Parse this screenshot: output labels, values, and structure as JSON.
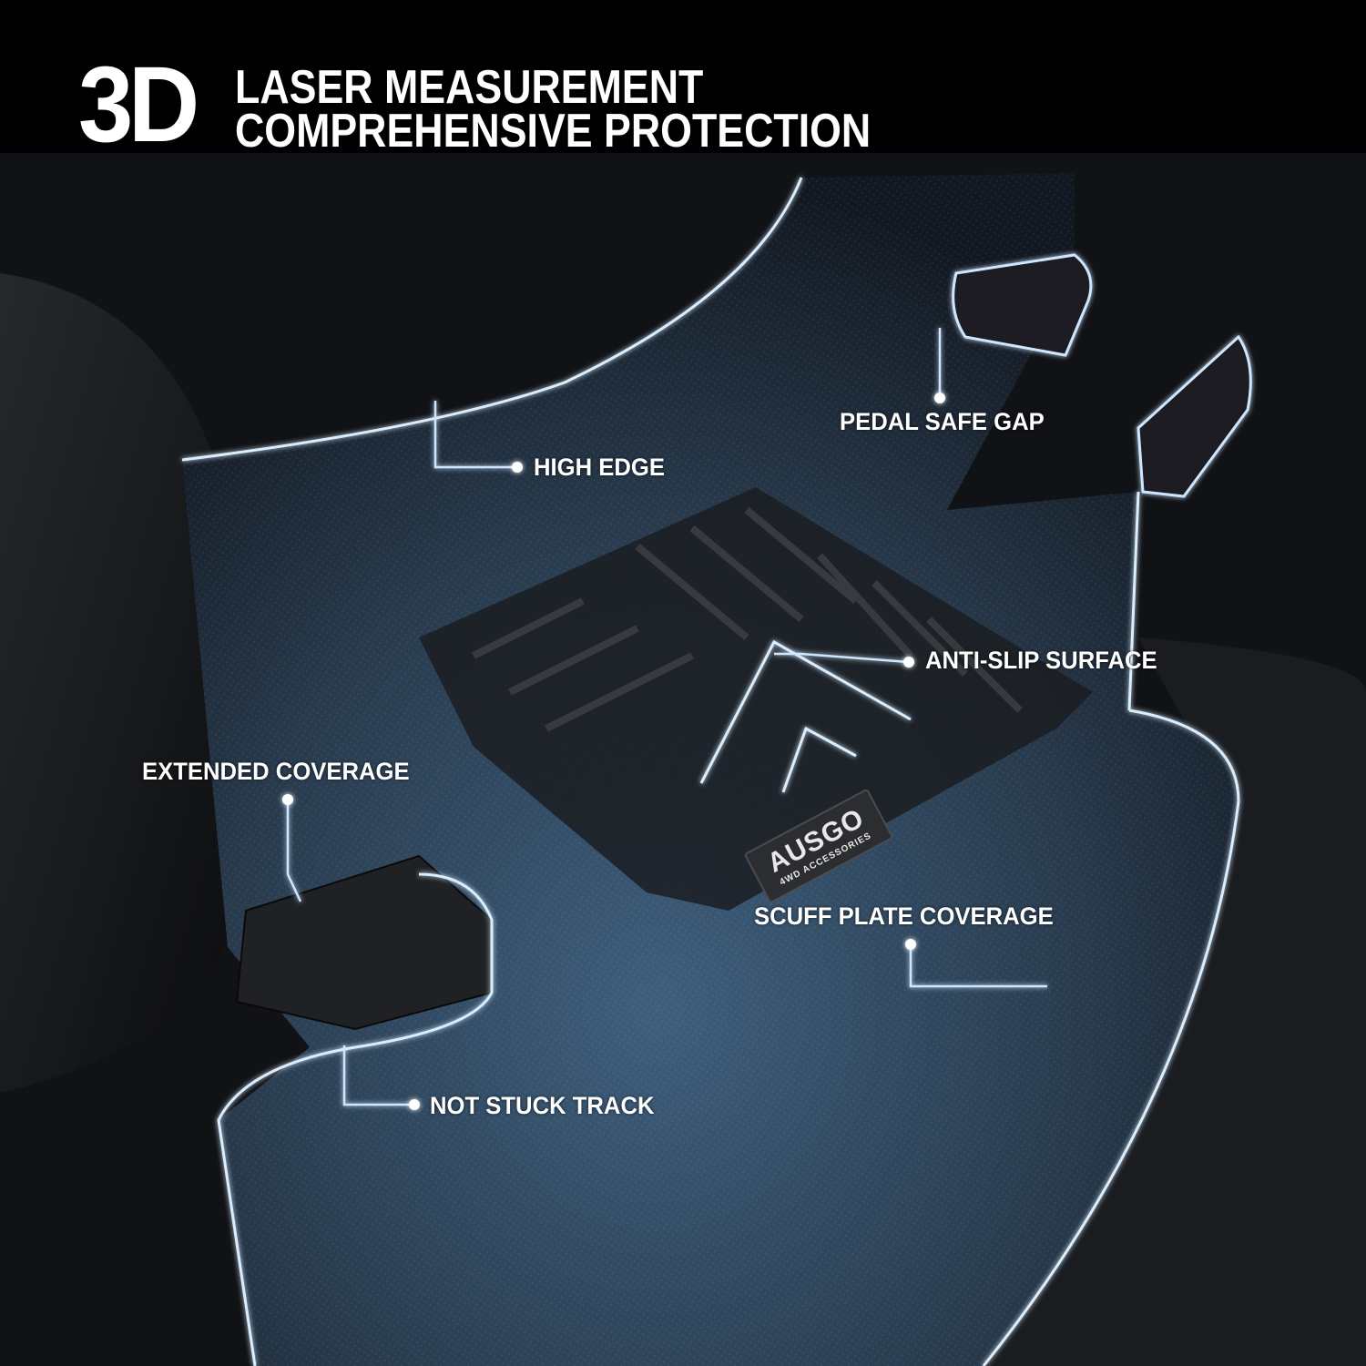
{
  "header": {
    "badge": "3D",
    "line1": "LASER MEASUREMENT",
    "line2": "COMPREHENSIVE PROTECTION"
  },
  "logo": {
    "brand": "AUSGO",
    "tagline": "4WD ACCESSORIES"
  },
  "callouts": [
    {
      "label": "HIGH EDGE"
    },
    {
      "label": "PEDAL SAFE GAP"
    },
    {
      "label": "ANTI-SLIP SURFACE"
    },
    {
      "label": "EXTENDED COVERAGE"
    },
    {
      "label": "SCUFF PLATE COVERAGE"
    },
    {
      "label": "NOT STUCK TRACK"
    }
  ],
  "colors": {
    "glow": "#cfe6ff",
    "mat_tint": "#3b5a78",
    "background": "#0a0b0d"
  }
}
